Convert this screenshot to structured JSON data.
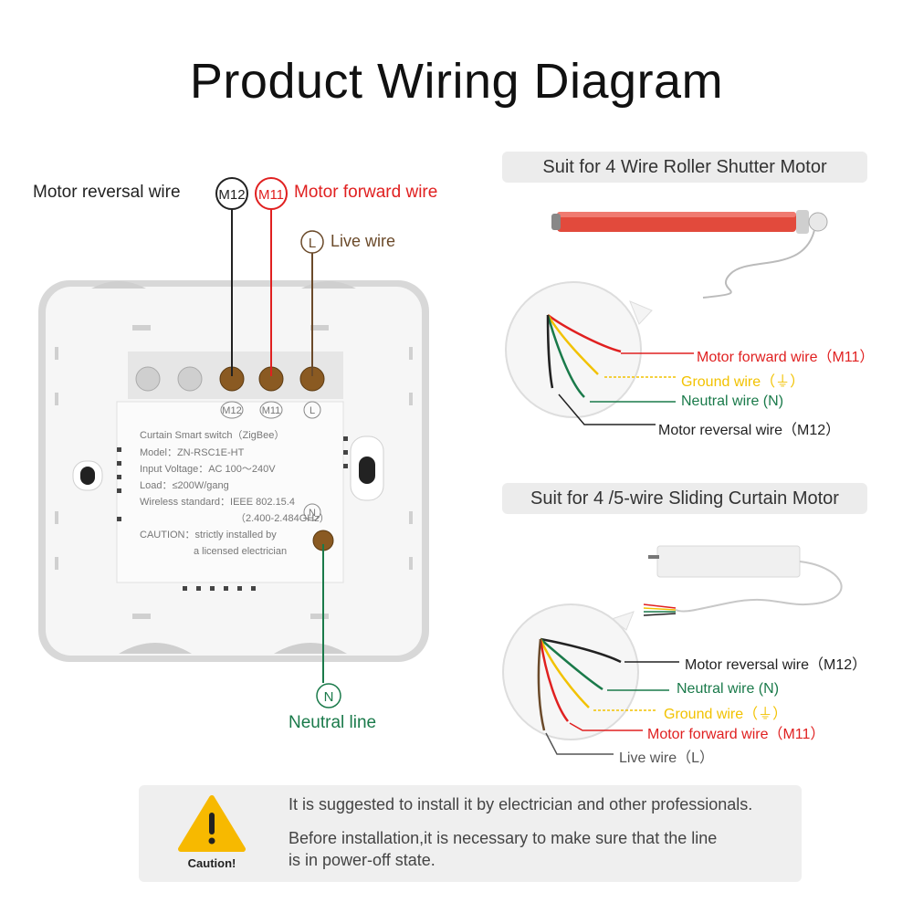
{
  "title": "Product Wiring Diagram",
  "switch": {
    "labels": {
      "motor_reversal": "Motor reversal wire",
      "motor_forward": "Motor forward wire",
      "live": "Live wire",
      "neutral": "Neutral line"
    },
    "circle_tags": {
      "m12": "M12",
      "m11": "M11",
      "l": "L",
      "n": "N"
    },
    "terminal_tags": [
      "M12",
      "M11",
      "L"
    ],
    "neutral_tag": "N",
    "panel_lines": [
      "Curtain Smart switch（ZigBee）",
      "Model：ZN-RSC1E-HT",
      "Input Voltage：AC 100～240V",
      "Load：≤200W/gang",
      "Wireless standard：IEEE 802.15.4",
      "（2.400-2.484GHz）",
      "CAUTION：strictly installed by",
      "a licensed electrician"
    ]
  },
  "roller": {
    "heading": "Suit for 4 Wire Roller Shutter Motor",
    "wires": [
      {
        "text": "Motor forward wire（M11）",
        "color": "#e02020"
      },
      {
        "text": "Ground wire（⏚）",
        "color": "#f2c200"
      },
      {
        "text": "Neutral wire (N)",
        "color": "#1a7a4a"
      },
      {
        "text": "Motor reversal wire（M12）",
        "color": "#222222"
      }
    ]
  },
  "sliding": {
    "heading": "Suit for 4 /5-wire Sliding Curtain Motor",
    "wires": [
      {
        "text": "Motor reversal wire（M12）",
        "color": "#222222"
      },
      {
        "text": "Neutral wire (N)",
        "color": "#1a7a4a"
      },
      {
        "text": "Ground wire（⏚）",
        "color": "#f2c200"
      },
      {
        "text": "Motor forward wire（M11）",
        "color": "#e02020"
      },
      {
        "text": "Live wire（L）",
        "color": "#555555"
      }
    ]
  },
  "caution": {
    "badge": "Caution!",
    "line1": "It is suggested to install it by electrician and other professionals.",
    "line2": "Before installation,it is necessary to make sure that the line",
    "line3": "is in power-off state."
  },
  "colors": {
    "red": "#e02020",
    "green": "#1a7a4a",
    "yellow": "#f2c200",
    "black": "#222222",
    "brown": "#6b4a2a"
  }
}
